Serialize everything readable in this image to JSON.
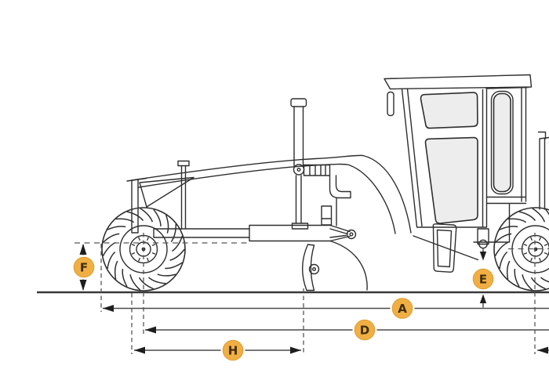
{
  "diagram": {
    "subject": "motor-grader-side-view-dimension-diagram",
    "badges": [
      {
        "id": "F",
        "label": "F"
      },
      {
        "id": "E",
        "label": "E"
      },
      {
        "id": "A",
        "label": "A"
      },
      {
        "id": "D",
        "label": "D"
      },
      {
        "id": "H",
        "label": "H"
      }
    ],
    "colors": {
      "background": "#FFFFFF",
      "badge_fill": "#F0AF44",
      "badge_border": "#DE9C2F",
      "badge_text": "#3F2E08",
      "outline": "#2E2E2E",
      "dimension_line": "#4A4A4A",
      "arrow": "#1E1E1E",
      "window_glass": "#EDEDED"
    }
  }
}
